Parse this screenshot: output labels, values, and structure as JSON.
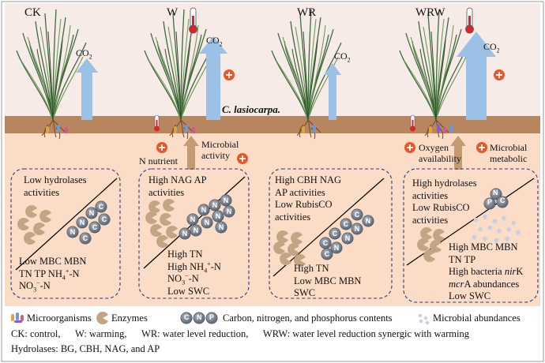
{
  "treatments": {
    "ck": "CK",
    "w": "W",
    "wr": "WR",
    "wrw": "WRW"
  },
  "co2_label": "CO",
  "co2_sub": "2",
  "species": "C. lasiocarpa.",
  "arrows": {
    "w_left": "N nutrient",
    "w_right": [
      "Microbial",
      "activity"
    ],
    "wrw_left": [
      "Oxygen",
      "availability"
    ],
    "wrw_right": [
      "Microbial",
      "metabolic"
    ]
  },
  "boxes": {
    "ck": {
      "top": [
        "Low hydrolases",
        "activities"
      ],
      "bottom": [
        "Low MBC MBN",
        "TN TP NH",
        "NO",
        "-N"
      ]
    },
    "w": {
      "top": [
        "High NAG AP",
        "activities"
      ],
      "bottom": [
        "High TN",
        "High NH",
        "NO",
        "Low SWC"
      ]
    },
    "wr": {
      "top": [
        "High CBH NAG",
        "AP activities",
        "Low RubisCO",
        "activities"
      ],
      "bottom": [
        "High TN",
        "Low MBC MBN",
        "SWC"
      ]
    },
    "wrw": {
      "top": [
        "High hydrolases",
        "activities",
        "Low RubisCO",
        "activities"
      ],
      "bottom": [
        "High MBC MBN",
        "TN TP",
        "High bacteria ",
        "nir",
        "K",
        "mcr",
        "A abundances",
        "Low SWC"
      ]
    }
  },
  "nutrient_letters": [
    "C",
    "N",
    "P"
  ],
  "legend": {
    "microorganisms": "Microorganisms",
    "enzymes": "Enzymes",
    "cnp": "Carbon, nitrogen, and phosphorus contents",
    "microbial_abundances": "Microbial abundances",
    "line1": "CK: control,      W: warming,      WR: water level reduction,      WRW: water level reduction synergic with warming",
    "line2": "Hydrolases: BG, CBH, NAG, and AP"
  },
  "colors": {
    "sky": "#f7ebe7",
    "soil_band": "#b8865e",
    "soil": "#fbdcc6",
    "arrow_blue": "#9cc1e6",
    "arrow_brown": "#c49a72",
    "plus": "#e8562a",
    "pacman": "#c2a585",
    "circle": "#7c8796"
  }
}
